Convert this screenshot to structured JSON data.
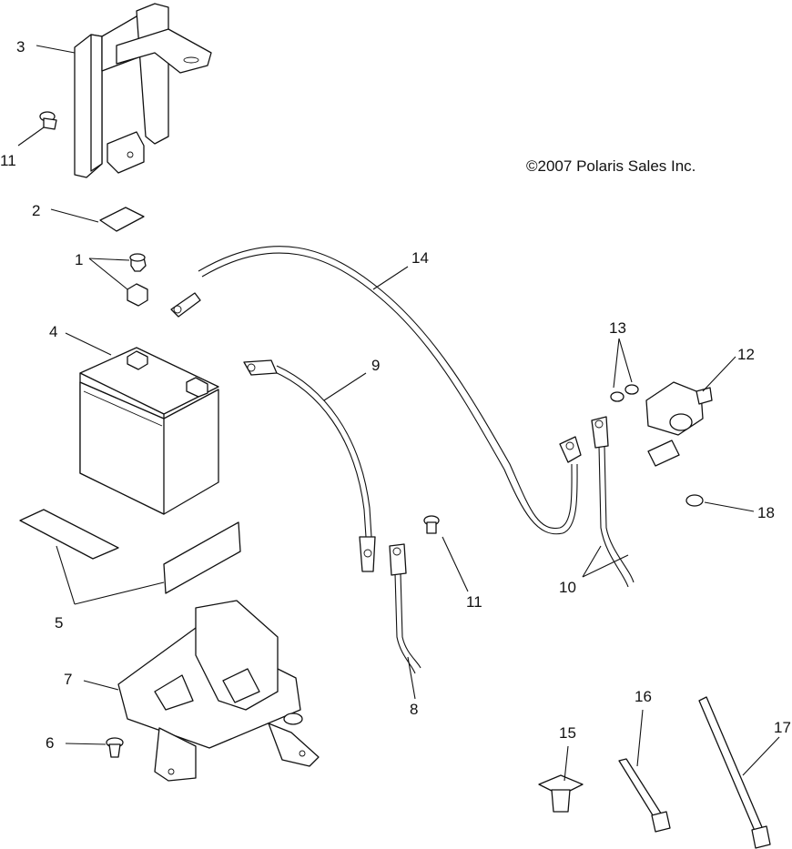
{
  "copyright": "©2007 Polaris Sales Inc.",
  "callouts": [
    {
      "id": "3",
      "text": "3"
    },
    {
      "id": "11a",
      "text": "11"
    },
    {
      "id": "2",
      "text": "2"
    },
    {
      "id": "1",
      "text": "1"
    },
    {
      "id": "4",
      "text": "4"
    },
    {
      "id": "5",
      "text": "5"
    },
    {
      "id": "7",
      "text": "7"
    },
    {
      "id": "6",
      "text": "6"
    },
    {
      "id": "14",
      "text": "14"
    },
    {
      "id": "9",
      "text": "9"
    },
    {
      "id": "11b",
      "text": "11"
    },
    {
      "id": "8",
      "text": "8"
    },
    {
      "id": "13",
      "text": "13"
    },
    {
      "id": "12",
      "text": "12"
    },
    {
      "id": "18",
      "text": "18"
    },
    {
      "id": "10",
      "text": "10"
    },
    {
      "id": "15",
      "text": "15"
    },
    {
      "id": "16",
      "text": "16"
    },
    {
      "id": "17",
      "text": "17"
    }
  ]
}
